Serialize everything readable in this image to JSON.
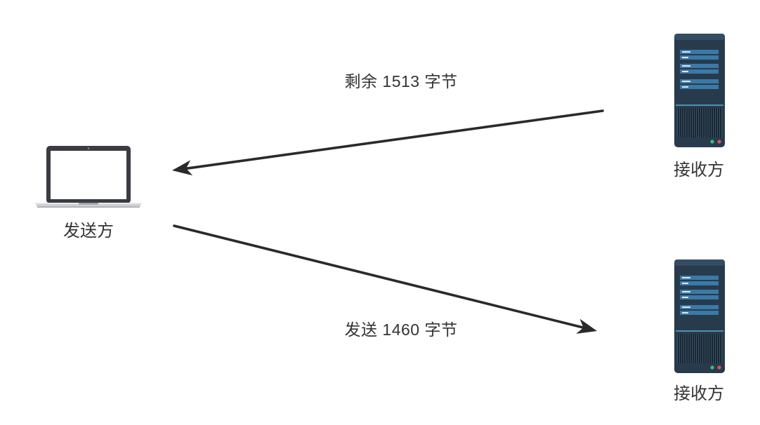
{
  "diagram": {
    "sender": {
      "label": "发送方",
      "icon": "laptop-icon"
    },
    "receivers": [
      {
        "label": "接收方",
        "icon": "server-icon"
      },
      {
        "label": "接收方",
        "icon": "server-icon"
      }
    ],
    "arrows": [
      {
        "label": "剩余 1513 字节"
      },
      {
        "label": "发送 1460 字节"
      }
    ]
  },
  "colors": {
    "text": "#333333",
    "arrow": "#2a2a2a",
    "server_body": "#273b4d",
    "server_bay": "#3b79a7",
    "laptop_bezel": "#3b3c43",
    "led_green": "#3fbf6f",
    "led_red": "#e0525a"
  }
}
